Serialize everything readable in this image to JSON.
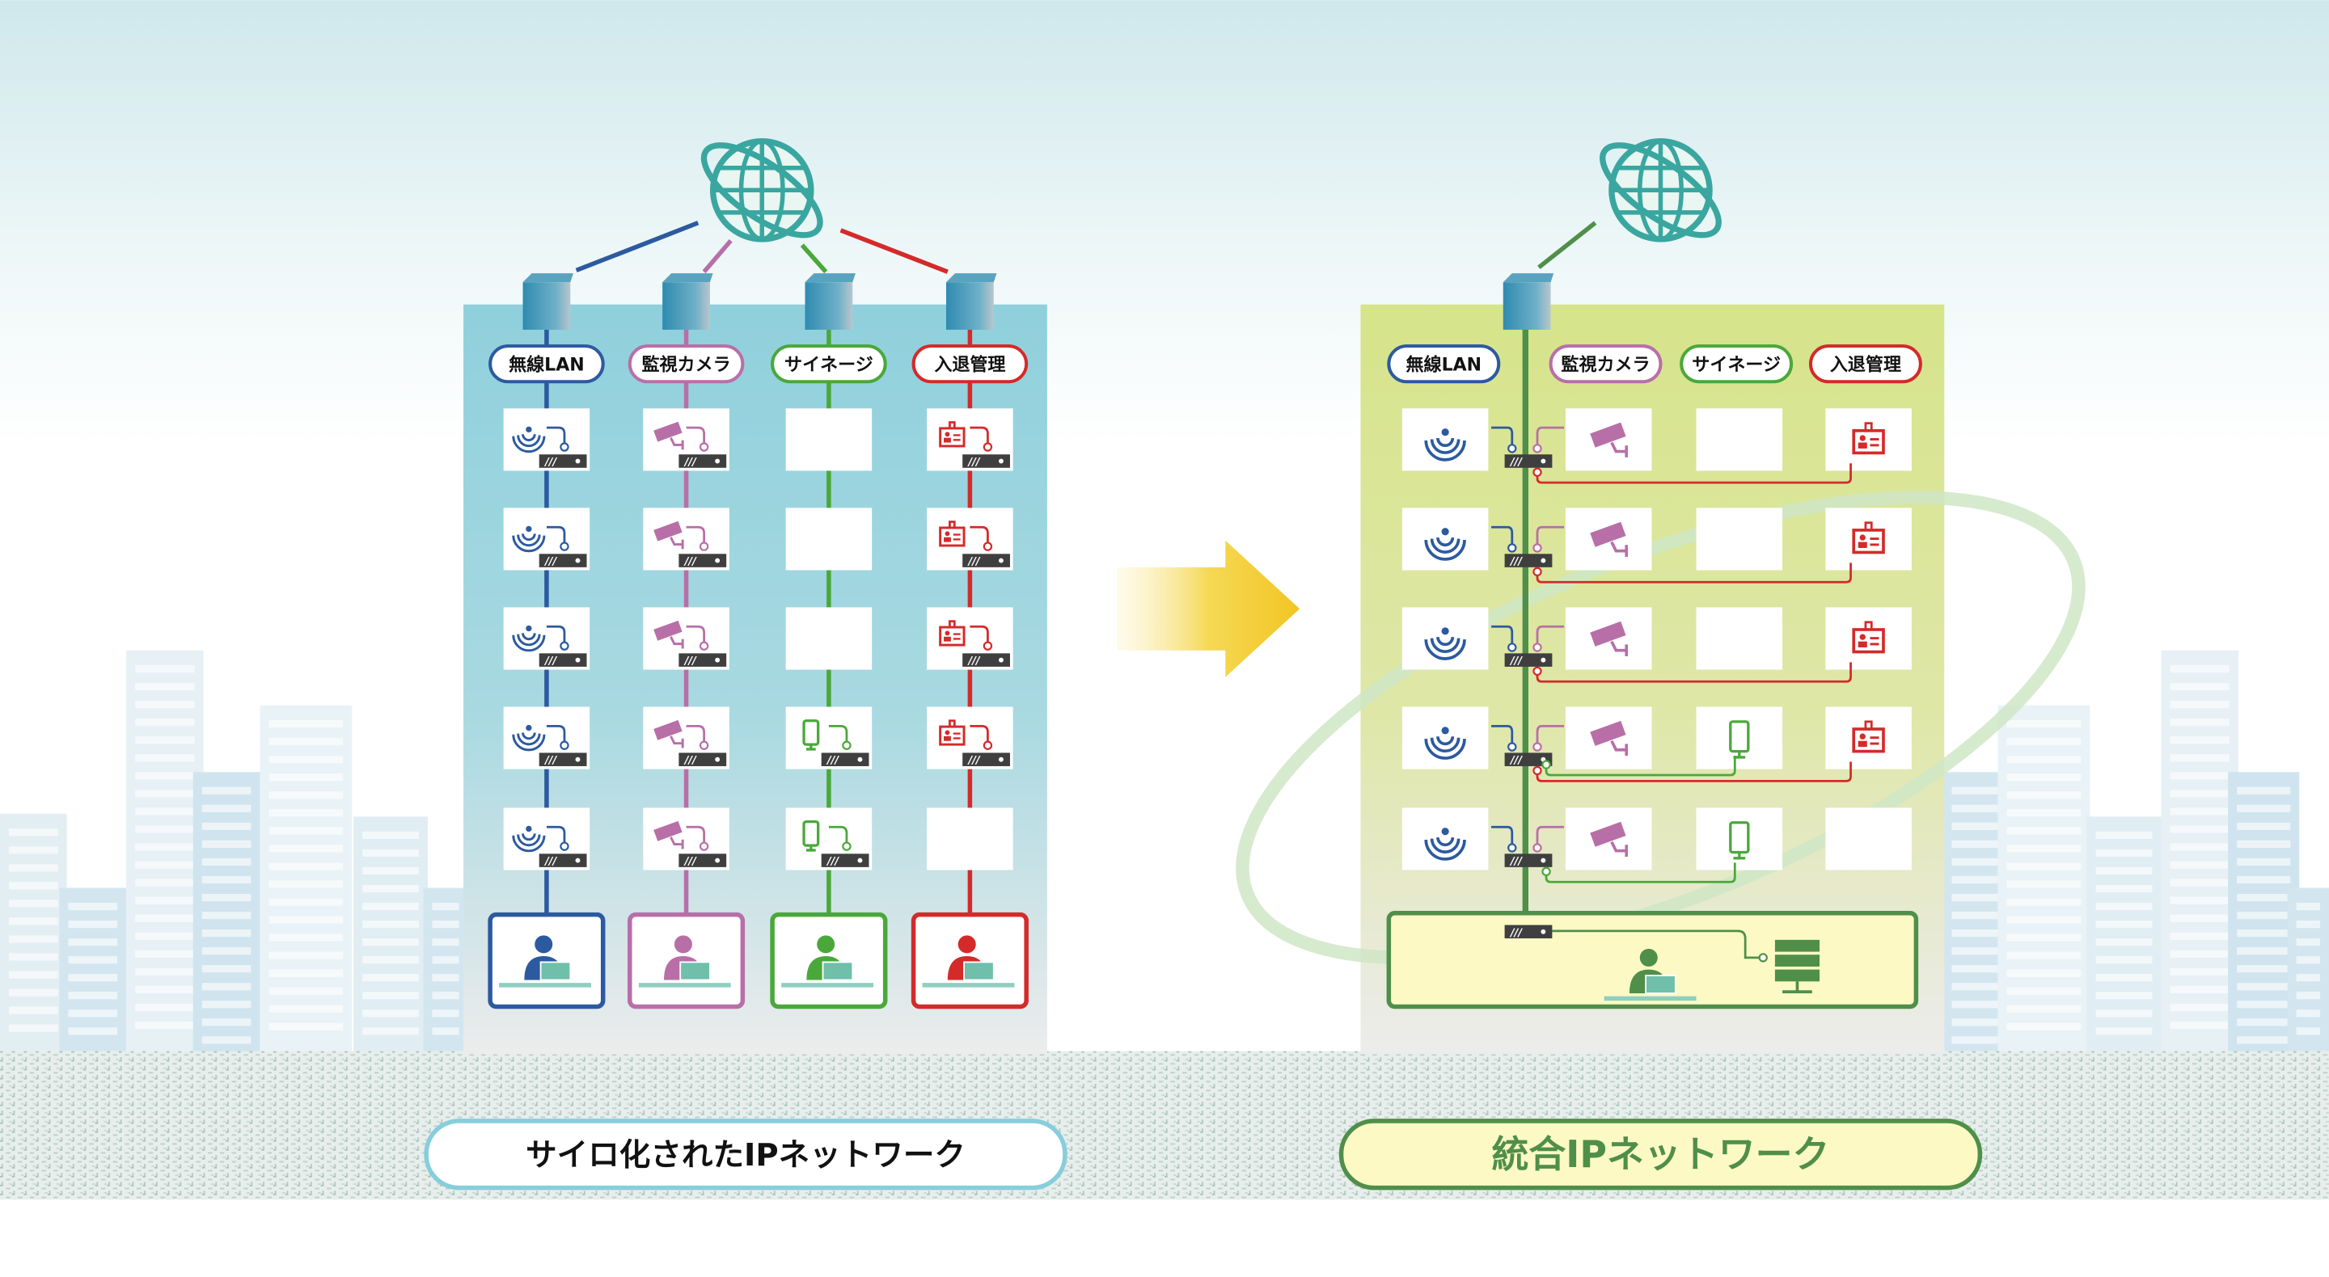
{
  "left": {
    "categories": [
      "無線LAN",
      "監視カメラ",
      "サイネージ",
      "入退管理"
    ],
    "title": "サイロ化されたIPネットワーク"
  },
  "right": {
    "categories": [
      "無線LAN",
      "監視カメラ",
      "サイネージ",
      "入退管理"
    ],
    "title": "統合IPネットワーク"
  },
  "switch_label": "///",
  "colors": {
    "wifi": "#2c5aa0",
    "camera": "#b86fa8",
    "signage": "#4aa83a",
    "access": "#d42a2a",
    "trunk": "#4f8f4a",
    "left_building": "#8fd0dc",
    "right_building": "#d6e48a",
    "arrow": "#f2cc2a"
  },
  "left_grid": {
    "wifi": [
      true,
      true,
      true,
      true,
      true
    ],
    "camera": [
      true,
      true,
      true,
      true,
      true
    ],
    "signage": [
      false,
      false,
      false,
      true,
      true
    ],
    "access": [
      true,
      true,
      true,
      true,
      false
    ]
  },
  "right_grid": {
    "wifi": [
      true,
      true,
      true,
      true,
      true
    ],
    "camera": [
      true,
      true,
      true,
      true,
      true
    ],
    "signage": [
      false,
      false,
      false,
      true,
      true
    ],
    "access": [
      true,
      true,
      true,
      true,
      false
    ]
  }
}
